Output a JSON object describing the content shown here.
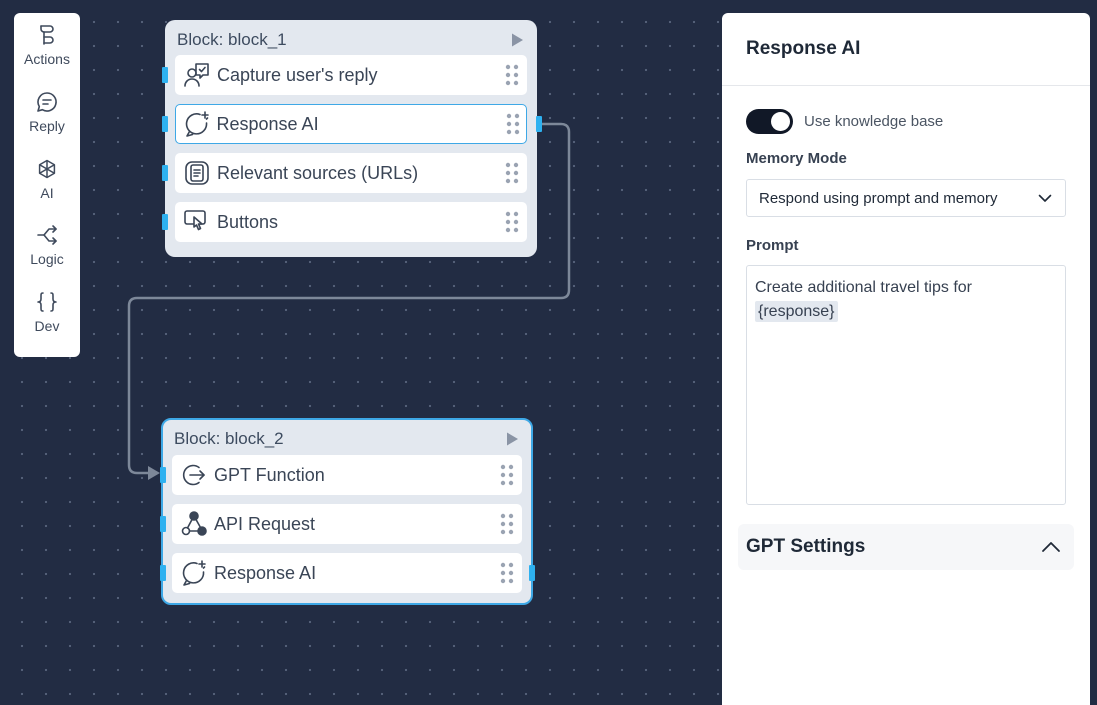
{
  "toolbar": {
    "items": [
      {
        "label": "Actions",
        "icon": "actions-icon"
      },
      {
        "label": "Reply",
        "icon": "chat-bubble-icon"
      },
      {
        "label": "AI",
        "icon": "openai-icon"
      },
      {
        "label": "Logic",
        "icon": "branch-icon"
      },
      {
        "label": "Dev",
        "icon": "braces-icon"
      }
    ]
  },
  "blocks": [
    {
      "title": "Block: block_1",
      "steps": [
        {
          "label": "Capture user's reply",
          "icon": "user-reply-icon"
        },
        {
          "label": "Response AI",
          "icon": "ai-chat-sparkle-icon",
          "selected": true
        },
        {
          "label": "Relevant sources (URLs)",
          "icon": "document-icon"
        },
        {
          "label": "Buttons",
          "icon": "button-click-icon"
        }
      ]
    },
    {
      "title": "Block: block_2",
      "steps": [
        {
          "label": "GPT Function",
          "icon": "function-arrow-icon"
        },
        {
          "label": "API Request",
          "icon": "network-nodes-icon"
        },
        {
          "label": "Response AI",
          "icon": "ai-chat-sparkle-icon"
        }
      ]
    }
  ],
  "panel": {
    "title": "Response AI",
    "knowledge_toggle": {
      "label": "Use knowledge base",
      "on": true
    },
    "memory_mode": {
      "label": "Memory Mode",
      "value": "Respond using prompt and memory"
    },
    "prompt": {
      "label": "Prompt",
      "text": "Create additional travel tips for",
      "variable": "{response}"
    },
    "gpt_settings": {
      "label": "GPT Settings",
      "expanded": true
    }
  },
  "colors": {
    "canvas": "#222c43",
    "accent": "#3ea8e6",
    "port": "#2eb1f0",
    "toggle_on": "#111827"
  }
}
